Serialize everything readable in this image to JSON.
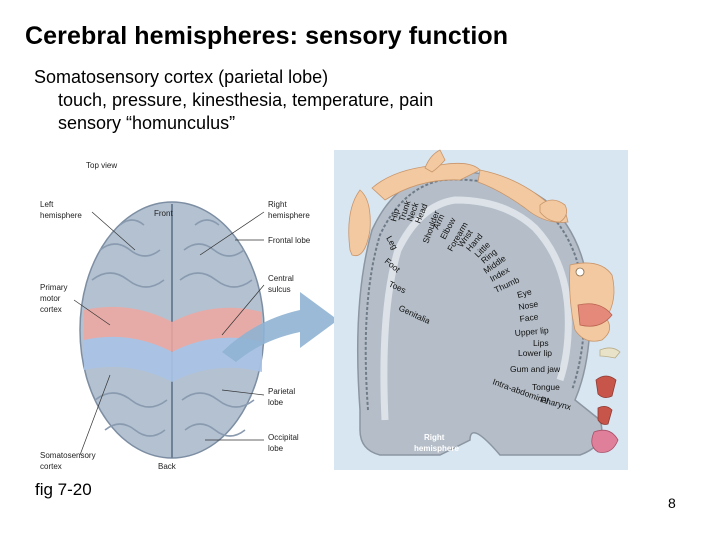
{
  "slide": {
    "title": "Cerebral hemispheres: sensory function",
    "bullet_main": "Somatosensory cortex (parietal lobe)",
    "bullet_sub1": "touch, pressure, kinesthesia, temperature, pain",
    "bullet_sub2": "sensory “homunculus”",
    "caption": "fig 7-20",
    "page_number": "8"
  },
  "brain_labels": {
    "top_view": "Top view",
    "left_hemisphere": [
      "Left",
      "hemisphere"
    ],
    "front": "Front",
    "right_hemisphere": [
      "Right",
      "hemisphere"
    ],
    "frontal_lobe": "Frontal lobe",
    "primary_motor_cortex": [
      "Primary",
      "motor",
      "cortex"
    ],
    "central_sulcus": [
      "Central",
      "sulcus"
    ],
    "parietal_lobe": [
      "Parietal",
      "lobe"
    ],
    "occipital_lobe": [
      "Occipital",
      "lobe"
    ],
    "somatosensory_cortex": [
      "Somatosensory",
      "cortex"
    ],
    "back": "Back"
  },
  "homunculus_labels": {
    "body_parts": [
      "Hip",
      "Trunk",
      "Neck",
      "Head",
      "Shoulder",
      "Arm",
      "Elbow",
      "Forearm",
      "Wrist",
      "Hand",
      "Little",
      "Ring",
      "Middle",
      "Index",
      "Thumb",
      "Eye",
      "Nose",
      "Face",
      "Upper lip",
      "Lips",
      "Lower lip",
      "Gum and jaw",
      "Tongue",
      "Pharynx",
      "Intra-abdominal",
      "Leg",
      "Foot",
      "Toes",
      "Genitalia"
    ],
    "right_hemisphere": [
      "Right",
      "hemisphere"
    ]
  },
  "colors": {
    "motor_strip": "#f0a7a0",
    "sensory_strip": "#a9c3e6",
    "brain": "#b9c6d4",
    "panel_bg": "#d8e6f2",
    "arrow": "#8fb3d3",
    "skin": "#f2c9a0"
  }
}
